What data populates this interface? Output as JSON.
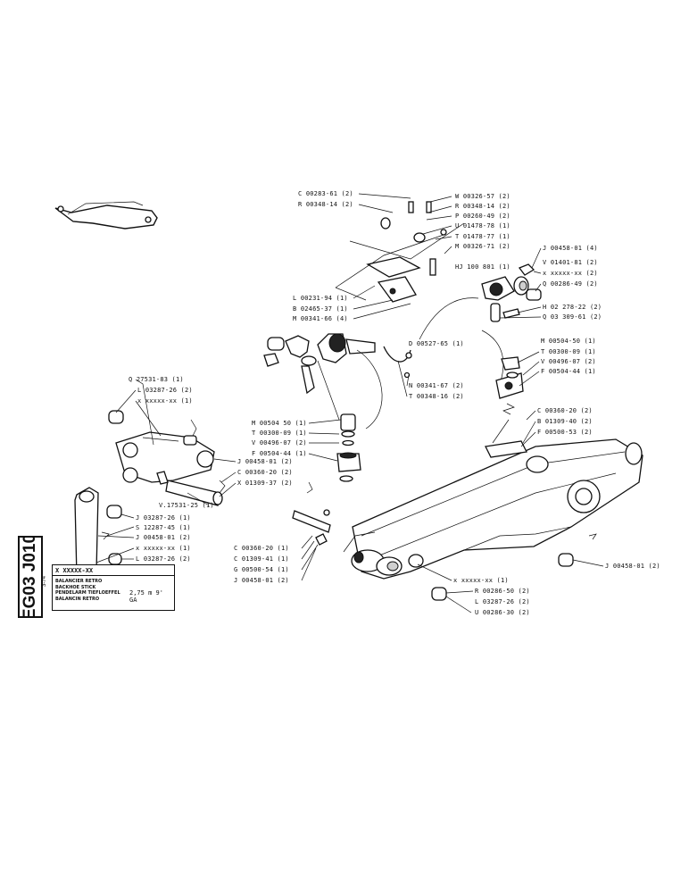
{
  "document": {
    "side_code": "EG03 J010",
    "side_date": "3-74",
    "reference": "X XXXXX-XX",
    "names": [
      "BALANCIER RETRO",
      "BACKHOE STICK",
      "PENDELARM TIEFLOEFFEL",
      "BALANCIN RETRO"
    ],
    "spec": "2,75 m  9' GA"
  },
  "labels": {
    "l01": "C 00283-61 (2)",
    "l02": "R 00348-14 (2)",
    "l03": "W 00326-57 (2)",
    "l04": "R 00348-14 (2)",
    "l05": "P 00260-49 (2)",
    "l06": "U 01478-78 (1)",
    "l07": "T 01478-77 (1)",
    "l08": "M 00326-71 (2)",
    "l09": "HJ 100 801 (1)",
    "l10": "L 00231-94 (1)",
    "l11": "B 02465-37 (1)",
    "l12": "M 00341-66 (4)",
    "l13": "J 00458-01 (4)",
    "l14": "V 01401-81 (2)",
    "l15": "x xxxxx-xx (2)",
    "l16": "Q 00286-49 (2)",
    "l17": "H 02 278-22 (2)",
    "l18": "Q 03 309-61 (2)",
    "l19": "D 00527-65 (1)",
    "l20": "N 00341-67 (2)",
    "l21": "T 00348-16 (2)",
    "l22": "M 00504-50 (1)",
    "l23": "T 00300-09 (1)",
    "l24": "V 00496-07 (2)",
    "l25": "F 00504-44 (1)",
    "l26": "Q 27531-83 (1)",
    "l27": "L 03287-26 (2)",
    "l28": "x xxxxx-xx (1)",
    "l29": "M 00504 50 (1)",
    "l30": "T 00300-09 (1)",
    "l31": "V 00496-07 (2)",
    "l32": "F 00504-44 (1)",
    "l33": "C 00360-20 (2)",
    "l34": "B 01309-40 (2)",
    "l35": "F 00500-53 (2)",
    "l36": "J 00458-01 (2)",
    "l37": "C 00360-20 (2)",
    "l38": "X 01309-37 (2)",
    "l39": "V.17531-25 (1)",
    "l40": "J 03287-26 (1)",
    "l41": "S 12287-45 (1)",
    "l42": "J 00458-01 (2)",
    "l43": "x xxxxx-xx (1)",
    "l44": "L 03287-26 (2)",
    "l45": "C 00360-20 (1)",
    "l46": "C 01309-41 (1)",
    "l47": "G 00500-54 (1)",
    "l48": "J 00458-01 (2)",
    "l49": "x xxxxx-xx (1)",
    "l50": "J 00458-01 (2)",
    "l51": "R 00286-50 (2)",
    "l52": "L 03287-26 (2)",
    "l53": "U 00286-30 (2)"
  }
}
